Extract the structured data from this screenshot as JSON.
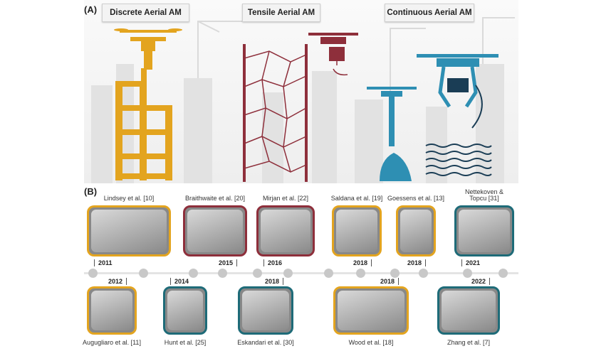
{
  "panel_a": {
    "label": "(A)",
    "categories": [
      {
        "label": "Discrete Aerial AM",
        "color": "#e3a41f"
      },
      {
        "label": "Tensile Aerial AM",
        "color": "#8e2f3b"
      },
      {
        "label": "Continuous Aerial AM",
        "color": "#2e8fb3"
      }
    ]
  },
  "panel_b": {
    "label": "(B)",
    "top": [
      {
        "caption": "Lindsey et al. [10]",
        "year": "2011",
        "color": "#e3a41f"
      },
      {
        "caption": "Braithwaite et al. [20]",
        "year": "2015",
        "color": "#8e2f3b"
      },
      {
        "caption": "Mirjan et al. [22]",
        "year": "2016",
        "color": "#8e2f3b"
      },
      {
        "caption": "Saldana et al. [19]",
        "year": "2018",
        "color": "#e3a41f"
      },
      {
        "caption": "Goessens et al. [13]",
        "year": "2018",
        "color": "#e3a41f"
      },
      {
        "caption": "Nettekoven & Topcu [31]",
        "year": "2021",
        "color": "#1e6b78"
      }
    ],
    "bottom": [
      {
        "caption": "Augugliaro et al. [11]",
        "year": "2012",
        "color": "#e3a41f"
      },
      {
        "caption": "Hunt et al. [25]",
        "year": "2014",
        "color": "#1e6b78"
      },
      {
        "caption": "Eskandari et al. [30]",
        "year": "2018",
        "color": "#1e6b78"
      },
      {
        "caption": "Wood et al. [18]",
        "year": "2018",
        "color": "#e3a41f"
      },
      {
        "caption": "Zhang et al. [7]",
        "year": "2022",
        "color": "#1e6b78"
      }
    ]
  }
}
